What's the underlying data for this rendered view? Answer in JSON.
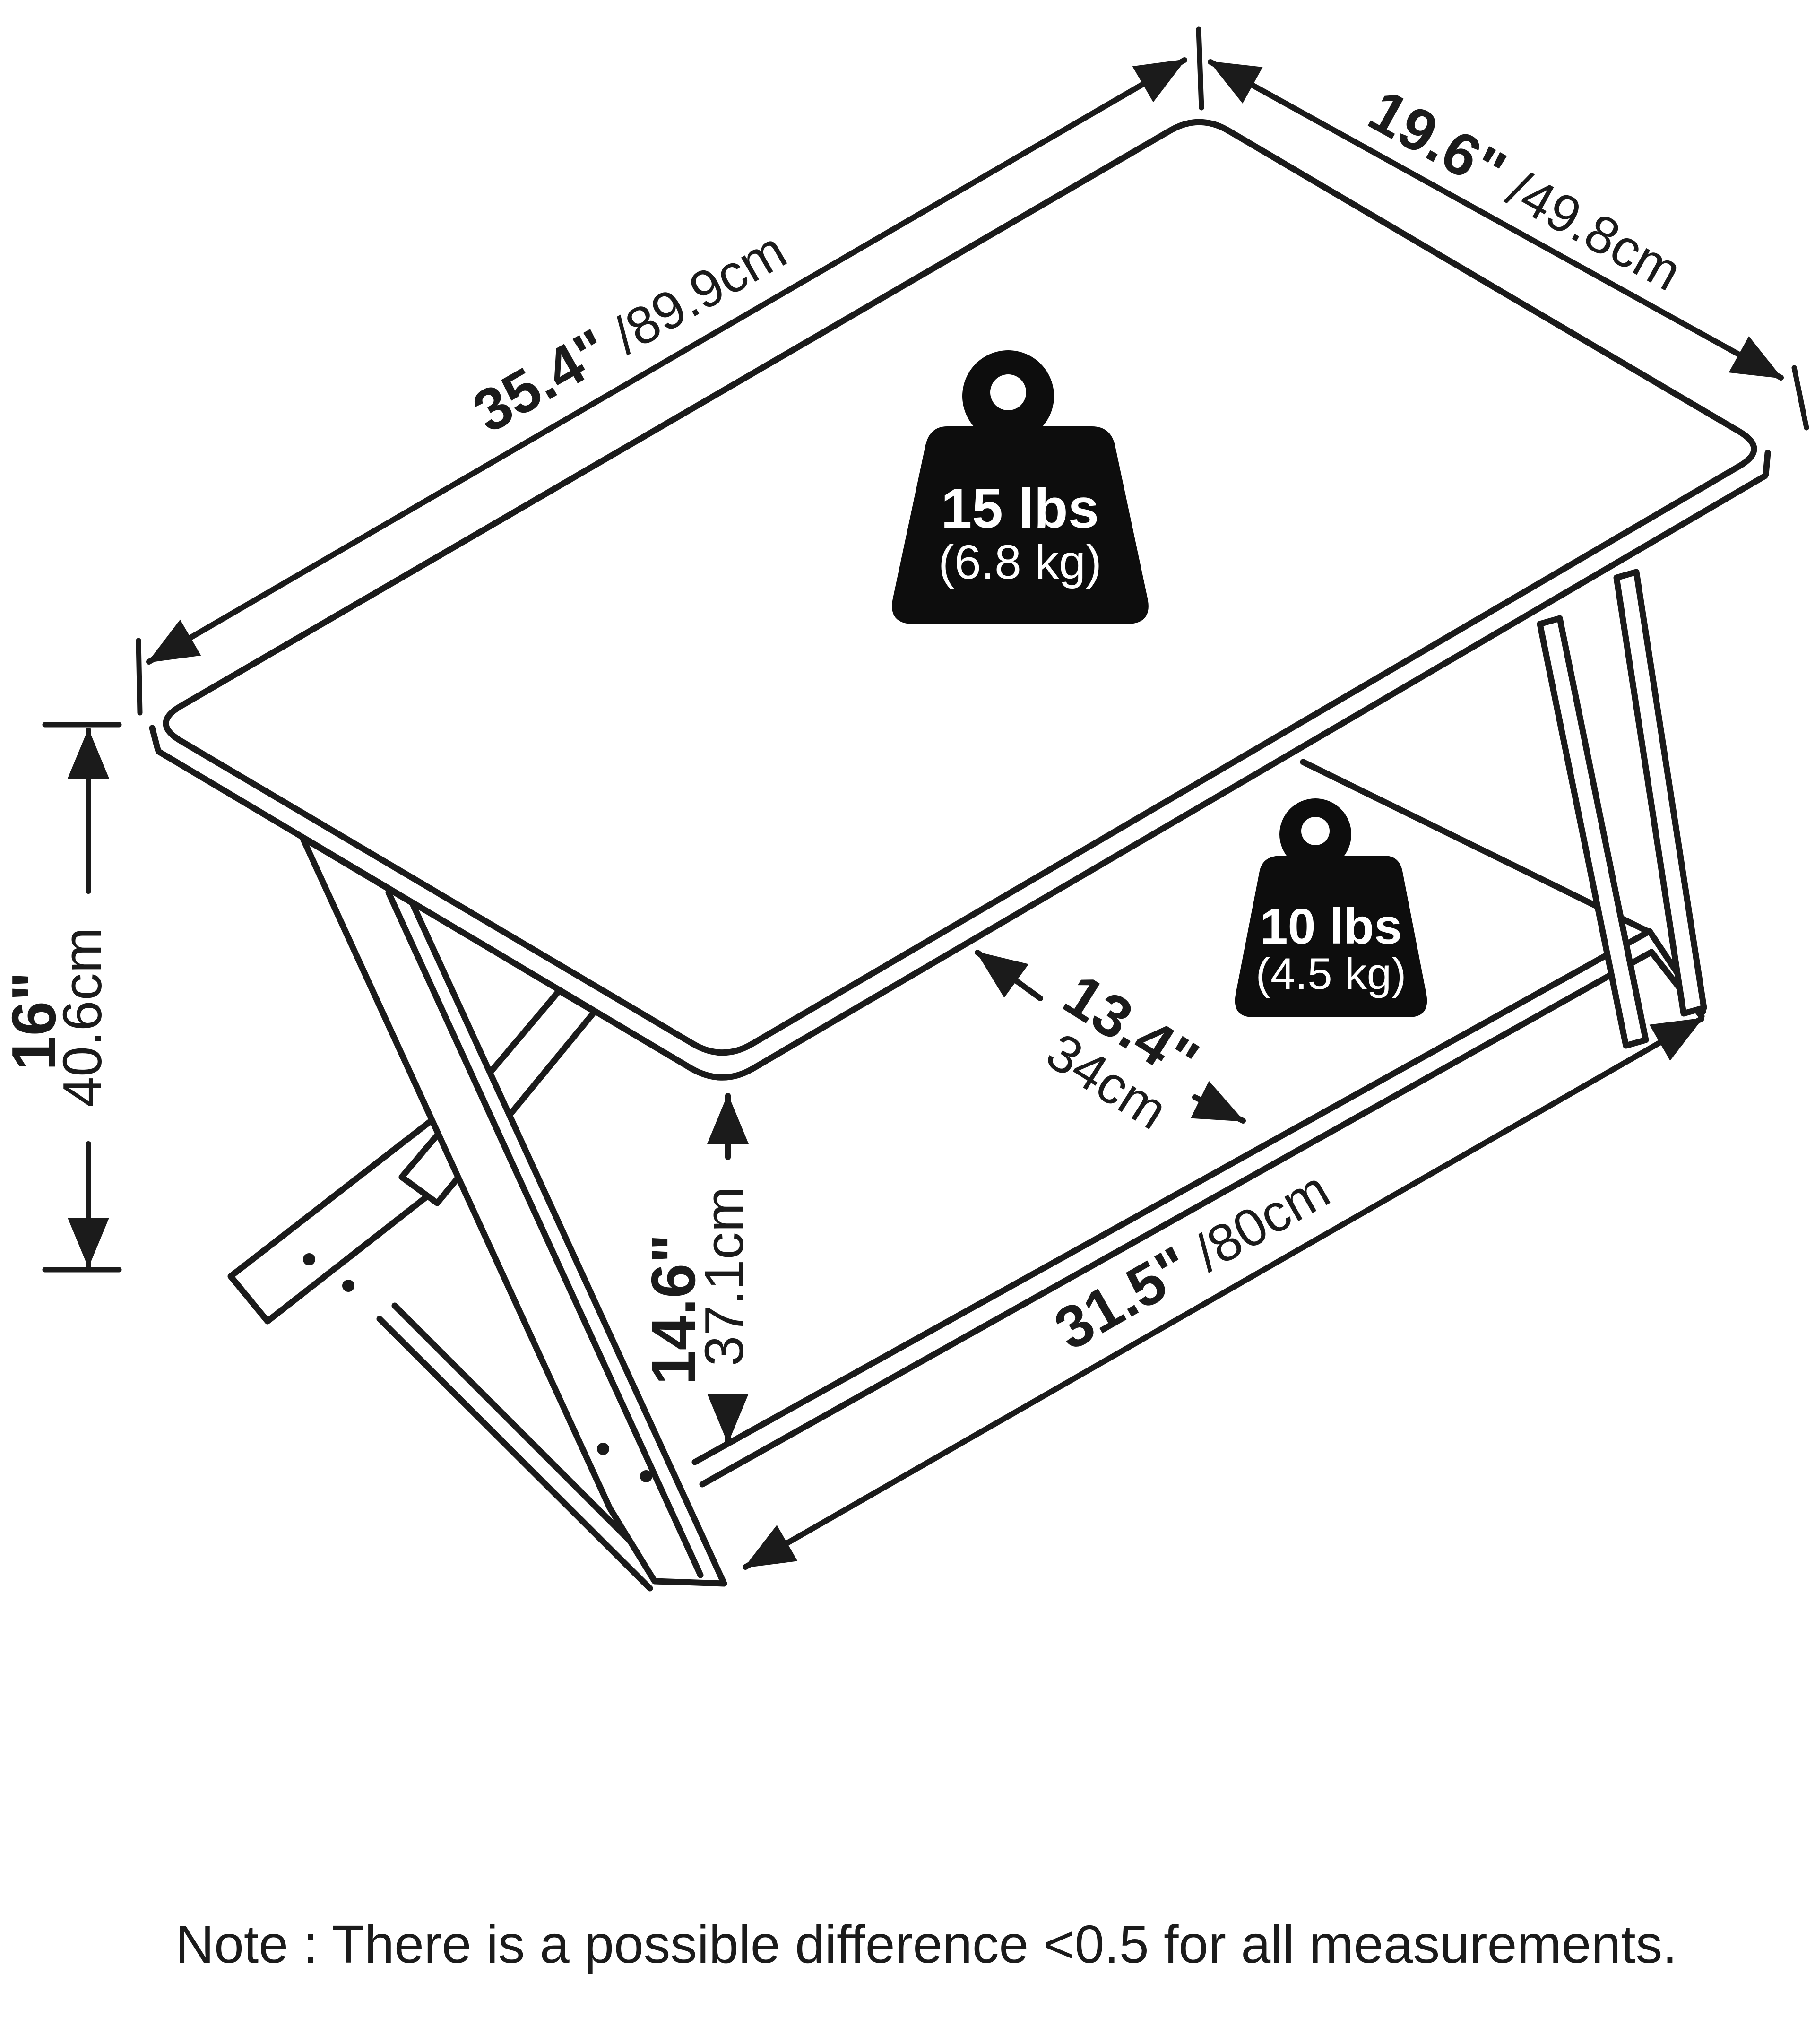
{
  "diagram": {
    "kind": "product-dimension-diagram",
    "subject": "cross-leg coffee table with lower shelf",
    "colors": {
      "line": "#1b1b1b",
      "background": "#ffffff",
      "weight_icon": "#0d0d0d",
      "weight_text": "#ffffff"
    },
    "dims": {
      "top_length": {
        "in": "35.4\"",
        "cm": " /89.9cm"
      },
      "top_depth": {
        "in": "19.6\"",
        "cm": " /49.8cm"
      },
      "height": {
        "in": "16\"",
        "cm": "40.6cm"
      },
      "clearance": {
        "in": "14.6\"",
        "cm": "37.1cm"
      },
      "shelf_depth": {
        "in": "13.4\"",
        "cm": "34cm"
      },
      "shelf_length": {
        "in": "31.5\"",
        "cm": " /80cm"
      }
    },
    "weights": {
      "top": {
        "lbs": "15 lbs",
        "kg": "(6.8 kg)"
      },
      "shelf": {
        "lbs": "10 lbs",
        "kg": "(4.5 kg)"
      }
    }
  },
  "note": "Note : There is a possible difference <0.5 for all measurements."
}
